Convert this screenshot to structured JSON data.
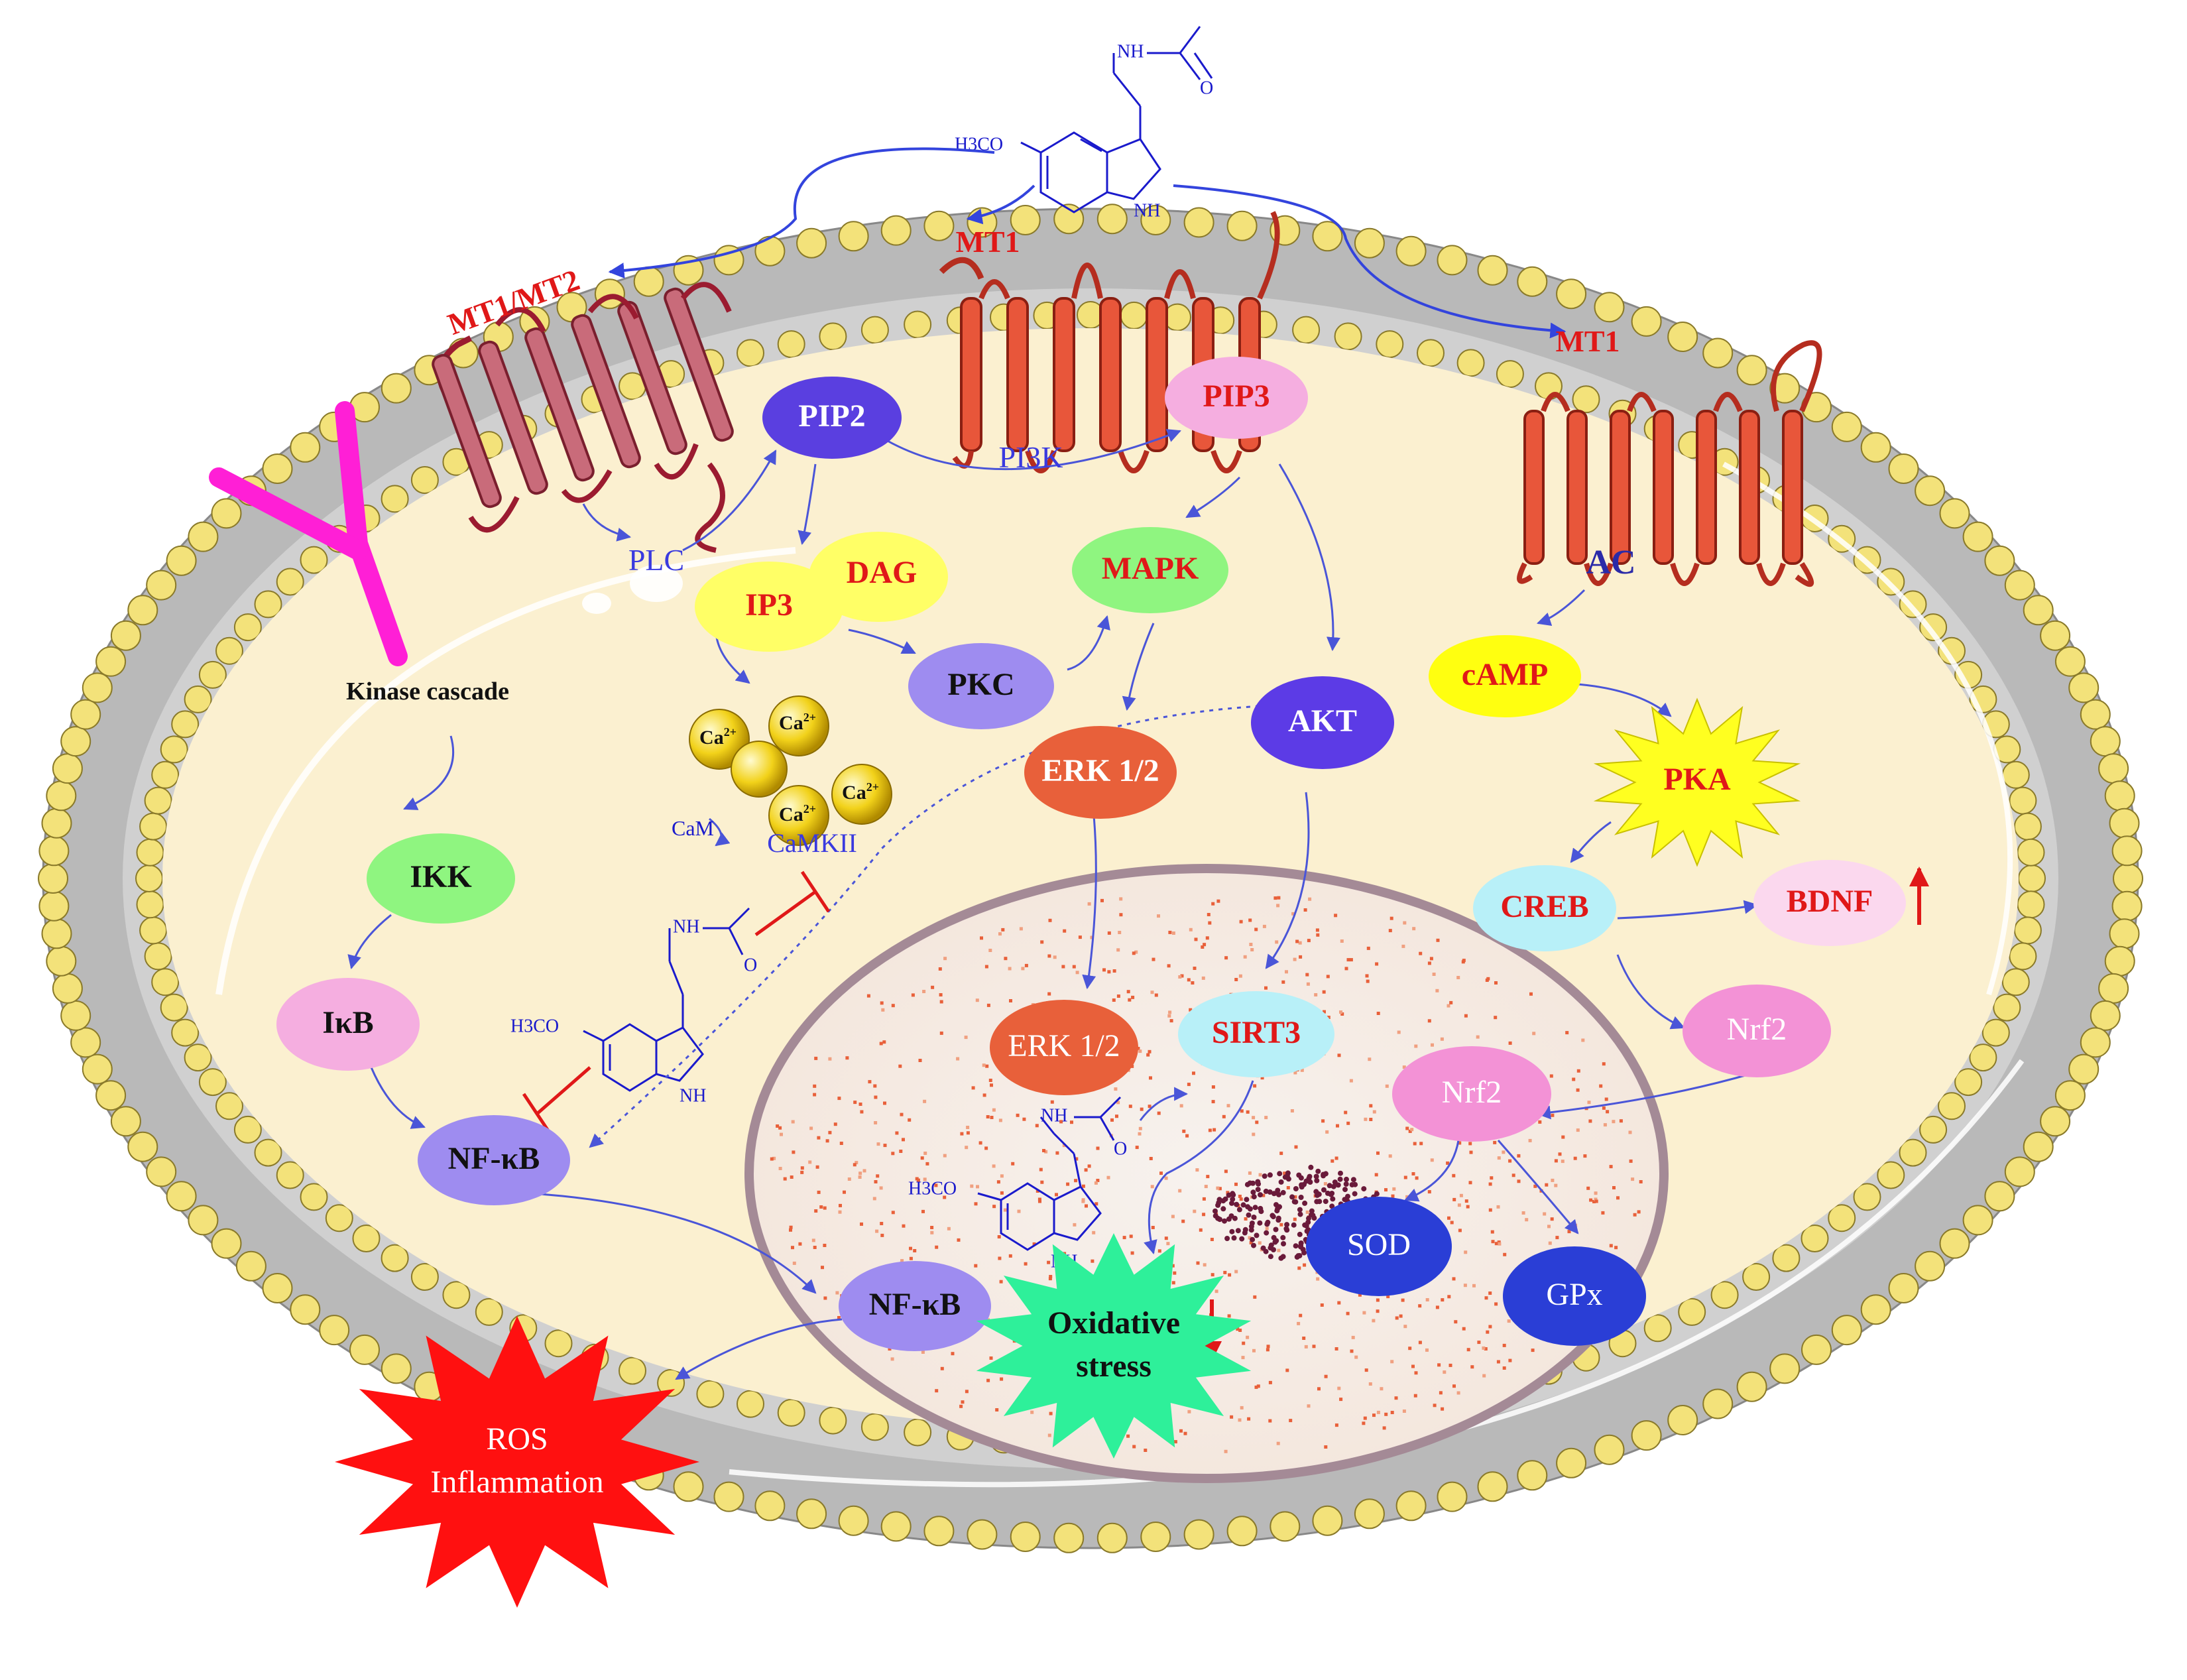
{
  "receptors": {
    "mt1_mt2": "MT1/MT2",
    "mt1_top": "MT1",
    "mt1_right": "MT1"
  },
  "enzymes": {
    "plc": "PLC",
    "pi3k": "PI3K",
    "ac": "AC",
    "cam": "CaM",
    "camkii": "CaMKII"
  },
  "nodes": {
    "pip2": "PIP2",
    "pip3": "PIP3",
    "ip3": "IP3",
    "dag": "DAG",
    "mapk": "MAPK",
    "pkc": "PKC",
    "erk_cyto": "ERK 1/2",
    "akt": "AKT",
    "camp": "cAMP",
    "pka": "PKA",
    "creb": "CREB",
    "bdnf": "BDNF",
    "nrf2_cyto": "Nrf2",
    "ikk": "IKK",
    "ikb": "IκB",
    "nfkb_cyto": "NF-κB",
    "erk_nuc": "ERK 1/2",
    "sirt3": "SIRT3",
    "nrf2_nuc": "Nrf2",
    "sod": "SOD",
    "gpx": "GPx",
    "nfkb_nuc": "NF-κB"
  },
  "labels": {
    "kinase_cascade": "Kinase cascade",
    "oxidative_stress_line1": "Oxidative",
    "oxidative_stress_line2": "stress",
    "ros_line1": "ROS",
    "ros_line2": "Inflammation"
  },
  "calcium": {
    "ion": "Ca",
    "charge": "2+"
  },
  "melatonin": {
    "methoxy": "H3CO",
    "amide_nh": "NH",
    "carbonyl_o": "O",
    "indole_nh": "NH"
  },
  "colors": {
    "cytoplasm": "#fbf0d0",
    "lipid_head": "#f3e27a",
    "receptor": "#e8563a",
    "receptor_dark": "#b52d1f",
    "mt1mt2_receptor": "#c96b7a",
    "pip2": "#5a3fe0",
    "pip3": "#f5aee0",
    "ip3": "#ffff66",
    "dag": "#ffff66",
    "mapk": "#8ff580",
    "pkc": "#9e8cf0",
    "erk": "#e8603a",
    "akt": "#5c3be6",
    "camp": "#ffff10",
    "pka": "#ffff20",
    "creb": "#b8f0f8",
    "bdnf": "#fbd8ee",
    "nrf2": "#f392d6",
    "ikk": "#8ff580",
    "ikb": "#f5aee0",
    "nfkb": "#9e8cf0",
    "sirt3": "#b8f0f8",
    "sod": "#2a3ed6",
    "gpx": "#2a3ed6",
    "oxidative_stress": "#2ef09a",
    "ros": "#ff1010",
    "arrow": "#4a55d8",
    "inhibition": "#e01818",
    "antibody": "#ff1fd6",
    "label_red": "#e01818"
  }
}
